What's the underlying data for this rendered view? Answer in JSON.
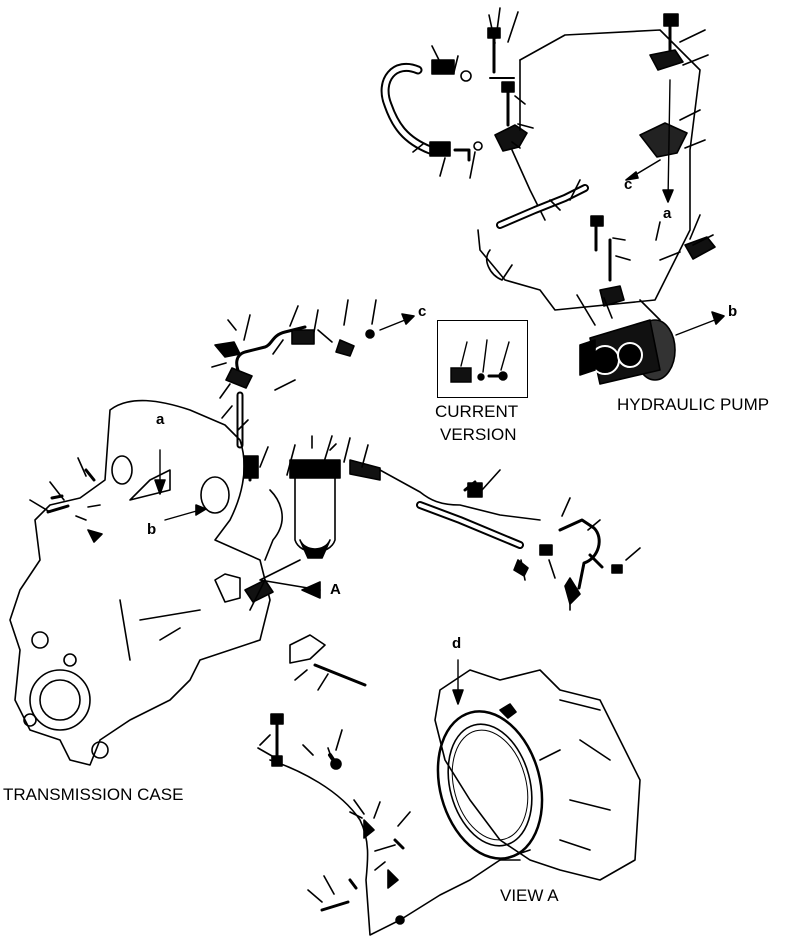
{
  "labels": {
    "hydraulic_pump": "HYDRAULIC PUMP",
    "current_version_1": "CURRENT",
    "current_version_2": "VERSION",
    "transmission_case": "TRANSMISSION CASE",
    "view_a": "VIEW A",
    "view_marker": "A",
    "ref_a_top": "a",
    "ref_a_left": "a",
    "ref_b_right": "b",
    "ref_b_left": "b",
    "ref_c_top": "c",
    "ref_c_mid": "c",
    "ref_d": "d"
  },
  "colors": {
    "ink": "#000000",
    "paper": "#ffffff"
  }
}
